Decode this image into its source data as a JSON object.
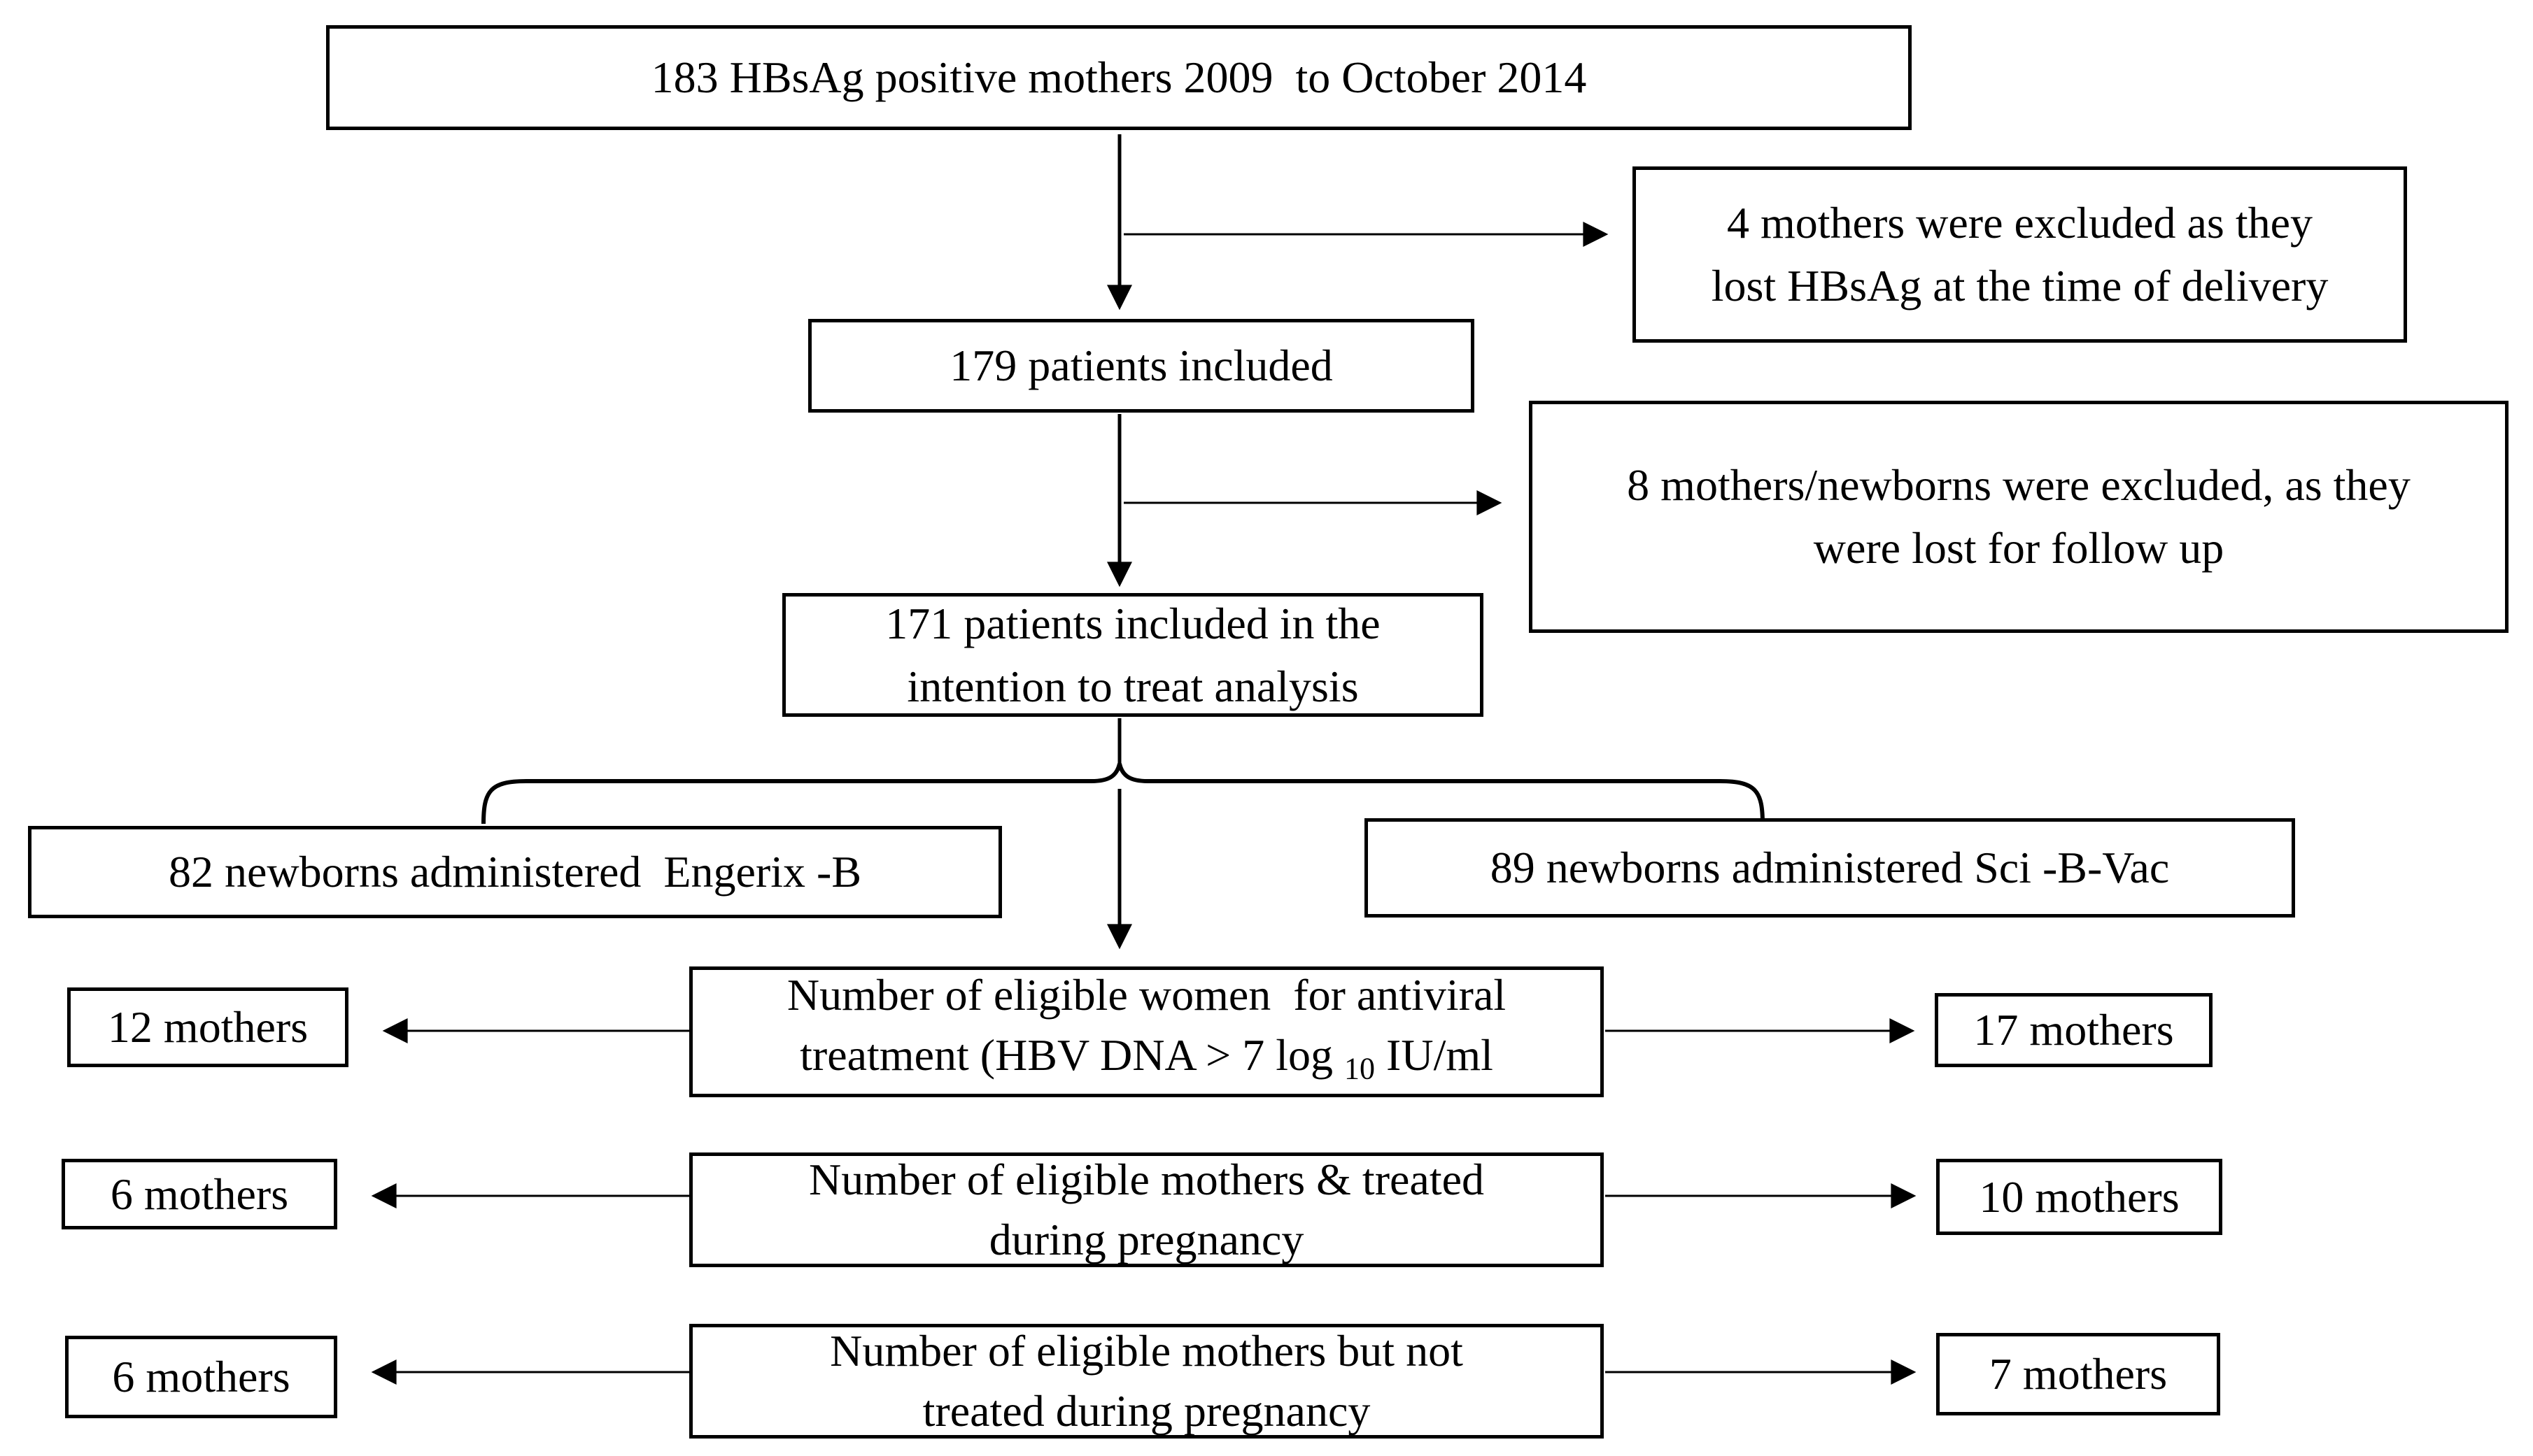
{
  "figure": {
    "background": "#ffffff",
    "ink": "#000000",
    "type": "patient-flow-diagram"
  },
  "nodes": {
    "top": {
      "text": "183 HBsAg positive mothers 2009  to October 2014"
    },
    "excluded_delivery": {
      "line1": "4 mothers were excluded as they",
      "line2": "lost HBsAg at the time of delivery"
    },
    "included": {
      "text": "179 patients included"
    },
    "excluded_followup": {
      "line1": "8 mothers/newborns were excluded, as they",
      "line2": "were lost for follow up"
    },
    "itt": {
      "line1": "171 patients included in the",
      "line2": "intention to treat analysis"
    },
    "arm_left": {
      "text": "82 newborns administered  Engerix -B"
    },
    "arm_right": {
      "text": "89 newborns administered Sci -B-Vac"
    },
    "row1": {
      "left": "12 mothers",
      "center_line1": "Number of eligible women  for antiviral",
      "center_line2_pre": "treatment (HBV DNA > 7 log ",
      "center_line2_sub": "10",
      "center_line2_post": " IU/ml",
      "right": "17 mothers"
    },
    "row2": {
      "left": "6 mothers",
      "center_line1": "Number of eligible mothers & treated",
      "center_line2": "during pregnancy",
      "right": "10 mothers"
    },
    "row3": {
      "left": "6 mothers",
      "center_line1": "Number of eligible mothers but not",
      "center_line2": "treated during pregnancy",
      "right": "7 mothers"
    }
  }
}
